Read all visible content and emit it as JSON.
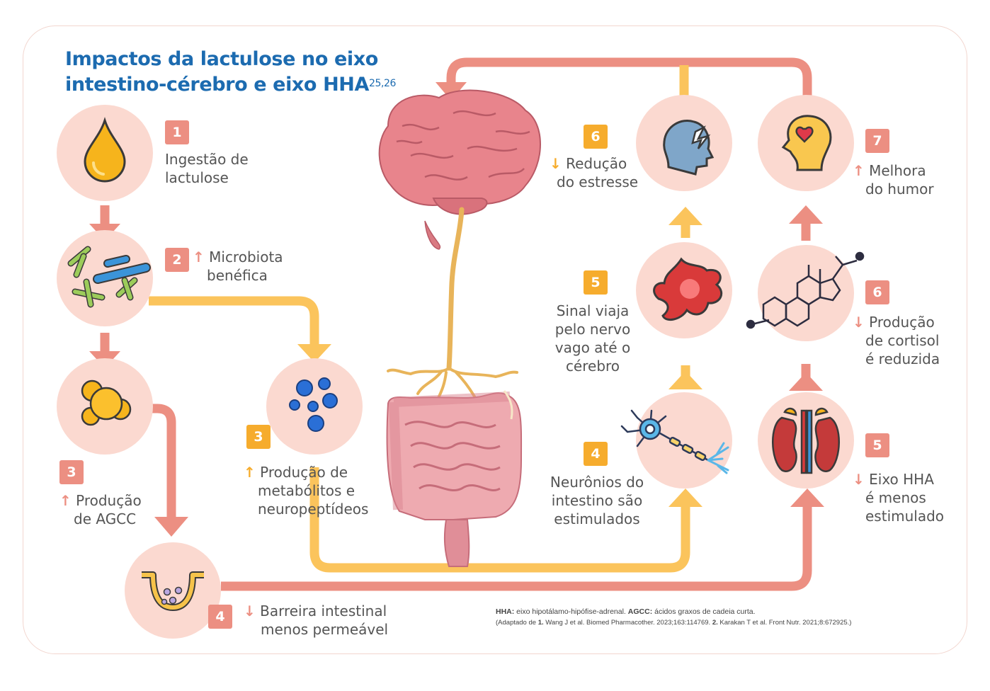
{
  "title": {
    "line1": "Impactos da lactulose no eixo",
    "line2": "intestino-cérebro e eixo HHA",
    "sup": "25,26"
  },
  "colors": {
    "title": "#1c6bb0",
    "red_arrow": "#ec8f82",
    "yellow_arrow": "#f6ac2d",
    "circle": "#fbd9d0",
    "text": "#555555"
  },
  "steps": {
    "ingestion": {
      "num": "1",
      "line1": "Ingestão de",
      "line2": "lactulose"
    },
    "microbiota": {
      "num": "2",
      "arrow": "↑",
      "line1": "Microbiota",
      "line2": "benéfica"
    },
    "agcc": {
      "num": "3",
      "arrow": "↑",
      "line1": "Produção",
      "line2": "de AGCC"
    },
    "metabolites": {
      "num": "3",
      "arrow": "↑",
      "line1": "Produção de",
      "line2": "metabólitos e",
      "line3": "neuropeptídeos"
    },
    "barrier": {
      "num": "4",
      "arrow": "↓",
      "line1": "Barreira intestinal",
      "line2": "menos permeável"
    },
    "neurons": {
      "num": "4",
      "line1": "Neurônios do",
      "line2": "intestino são",
      "line3": "estimulados"
    },
    "signal": {
      "num": "5",
      "line1": "Sinal viaja",
      "line2": "pelo nervo",
      "line3": "vago até o",
      "line4": "cérebro"
    },
    "stress": {
      "num": "6",
      "arrow": "↓",
      "line1": "Redução",
      "line2": "do estresse"
    },
    "hha": {
      "num": "5",
      "arrow": "↓",
      "line1": "Eixo HHA",
      "line2": "é menos",
      "line3": "estimulado"
    },
    "cortisol": {
      "num": "6",
      "arrow": "↓",
      "line1": "Produção",
      "line2": "de cortisol",
      "line3": "é reduzida"
    },
    "mood": {
      "num": "7",
      "arrow": "↑",
      "line1": "Melhora",
      "line2": "do humor"
    }
  },
  "footnote": {
    "hha_abbr": "HHA:",
    "hha_def": "eixo hipotálamo-hipófise-adrenal.",
    "agcc_abbr": "AGCC:",
    "agcc_def": "ácidos graxos de cadeia curta.",
    "ref_pre": "(Adaptado de",
    "ref1_num": "1.",
    "ref1": "Wang J et al. Biomed Pharmacother. 2023;163:114769.",
    "ref2_num": "2.",
    "ref2": "Karakan T et al. Front Nutr. 2021;8:672925.)"
  }
}
